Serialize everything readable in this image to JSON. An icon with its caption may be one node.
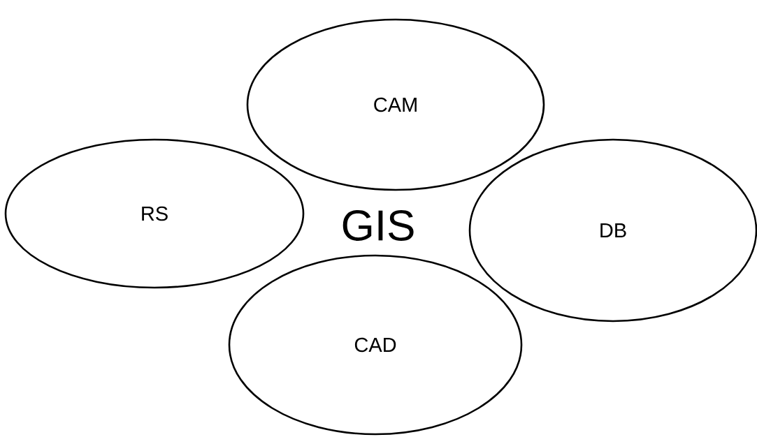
{
  "diagram": {
    "nodes": [
      {
        "text": [
          "CAM"
        ]
      },
      {
        "text": [
          "RS"
        ]
      },
      {
        "text": [
          "DB"
        ]
      },
      {
        "text": [
          "CAD"
        ]
      }
    ],
    "labels": [
      "GIS"
    ]
  }
}
